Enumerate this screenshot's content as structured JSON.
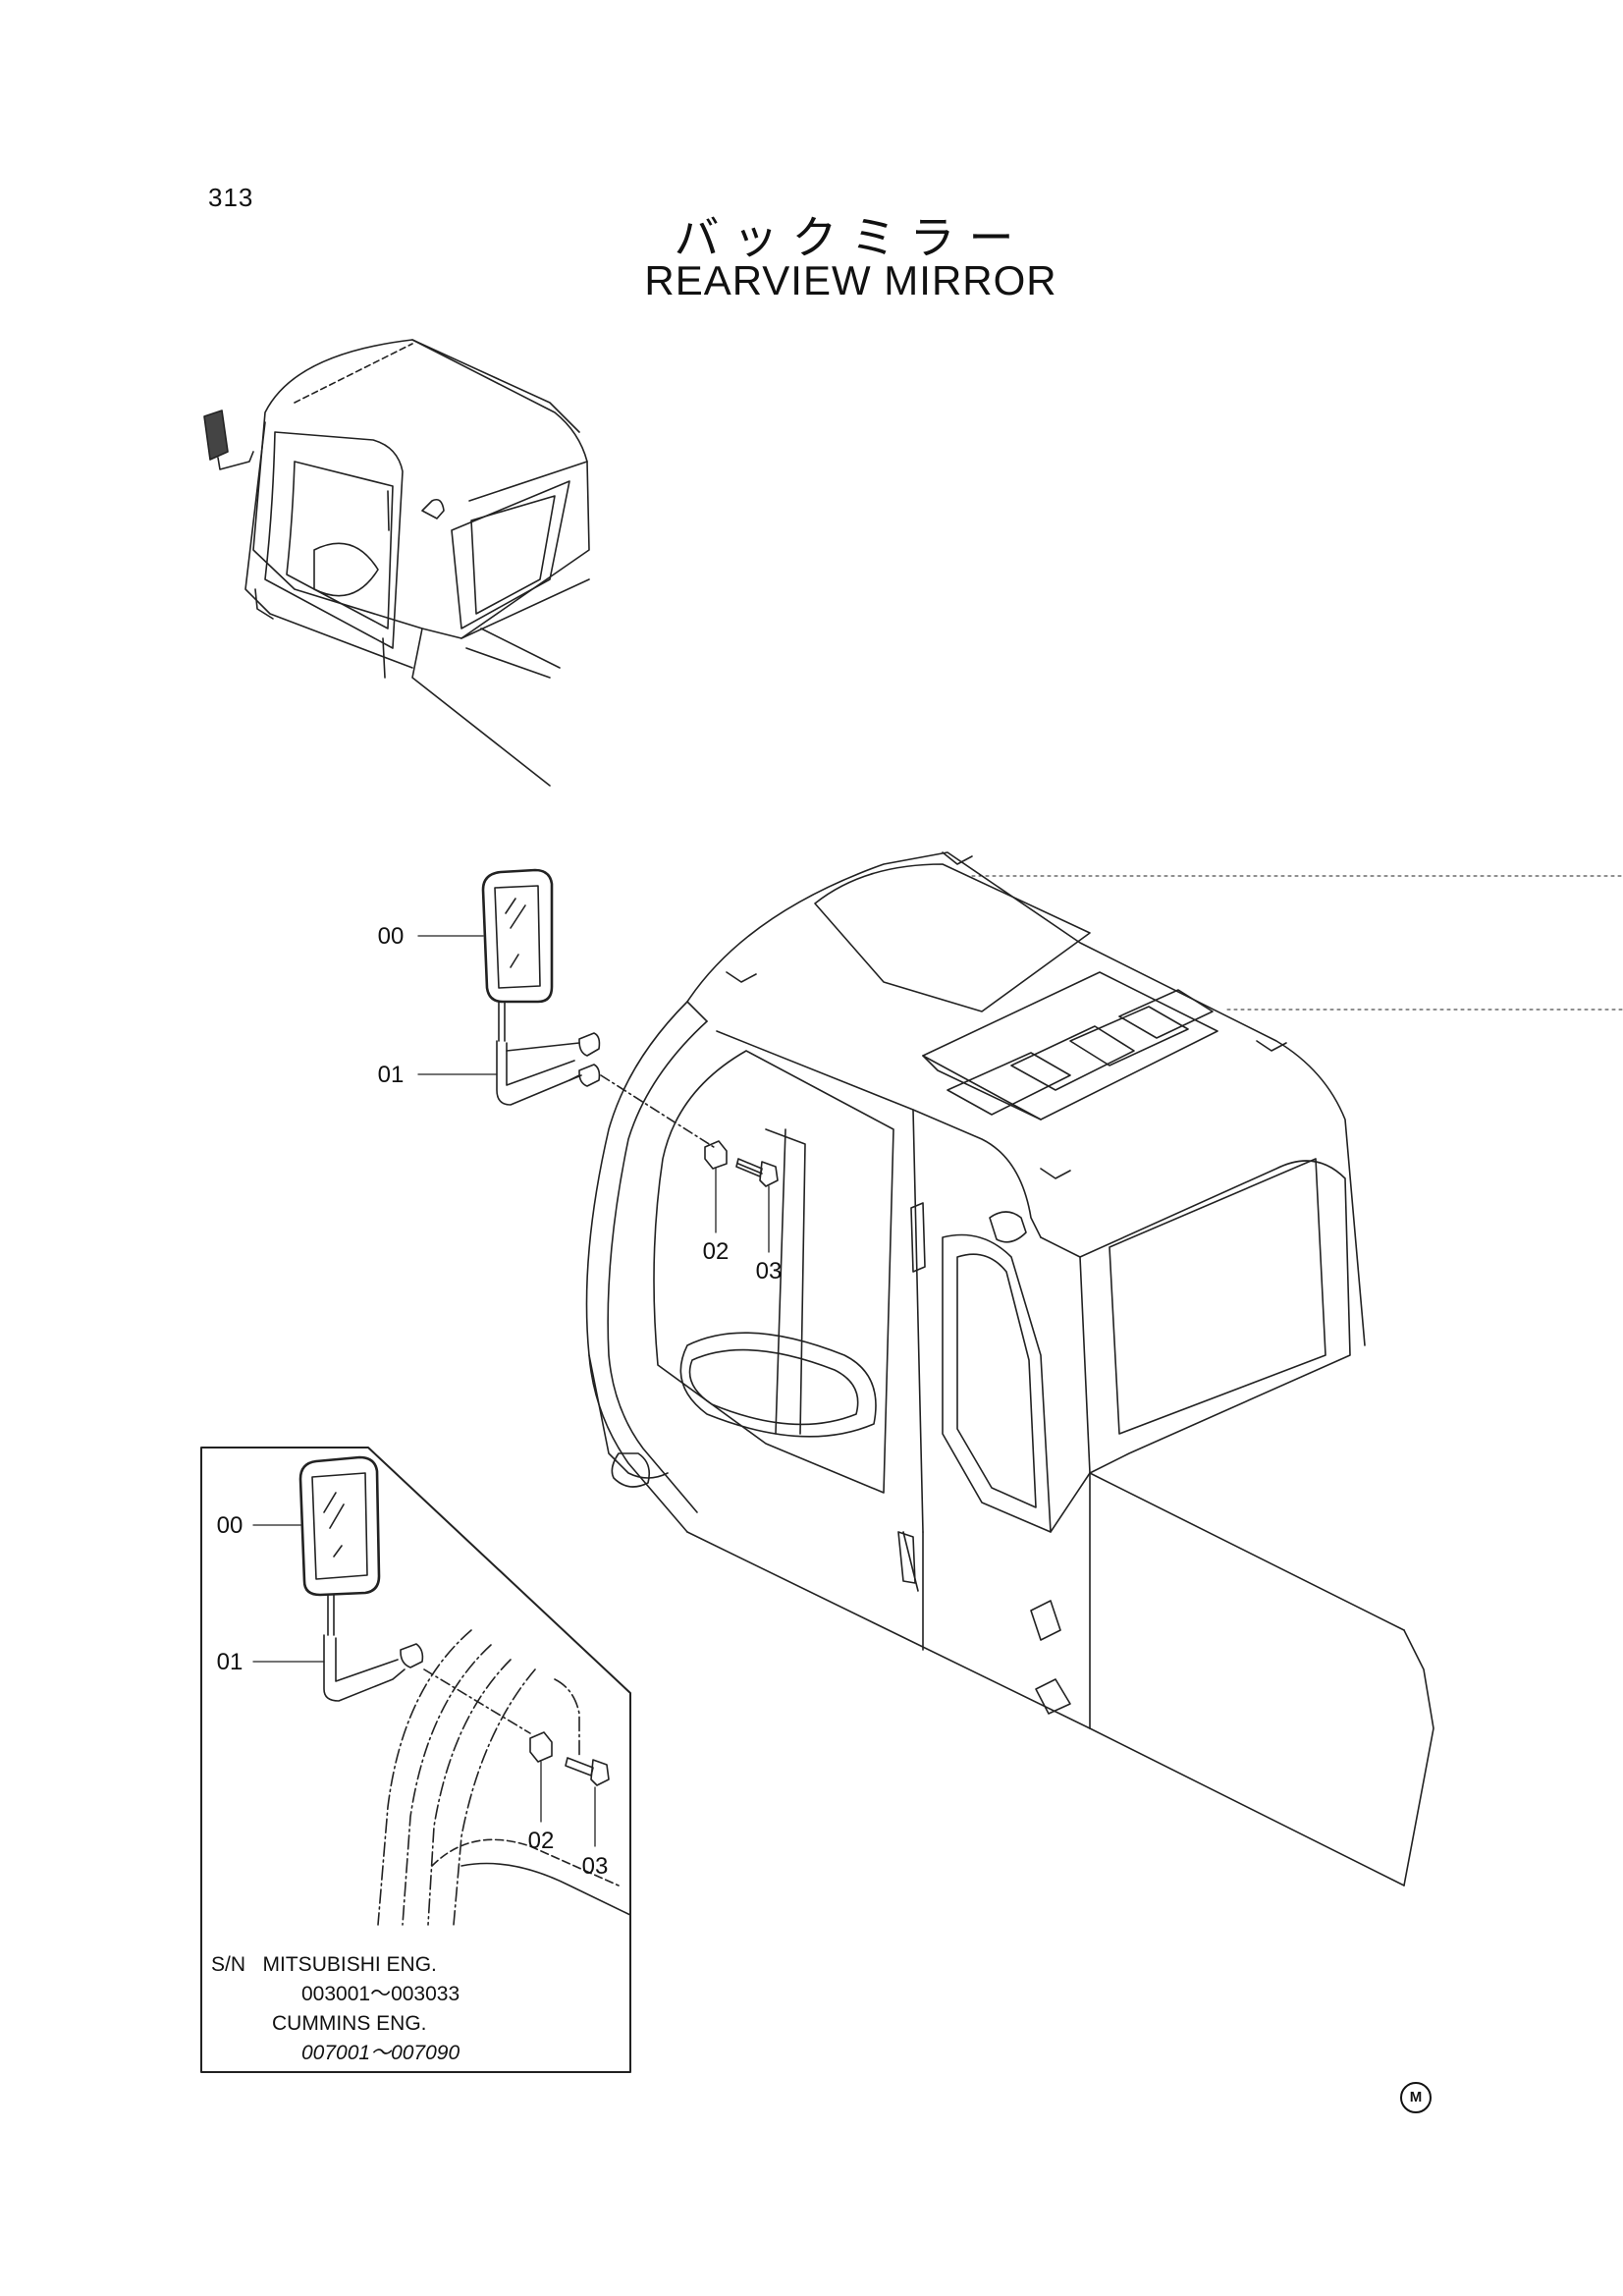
{
  "page_number": "313",
  "title_jp": "バックミラー",
  "title_en": "REARVIEW MIRROR",
  "callouts": {
    "main": [
      "00",
      "01",
      "02",
      "03"
    ],
    "inset": [
      "00",
      "01",
      "02",
      "03"
    ]
  },
  "serial_note": {
    "prefix": "S/N",
    "engine1": "MITSUBISHI ENG.",
    "range1": "003001～003033",
    "engine2": "CUMMINS ENG.",
    "range2": "007001～007090"
  },
  "mark": "M"
}
